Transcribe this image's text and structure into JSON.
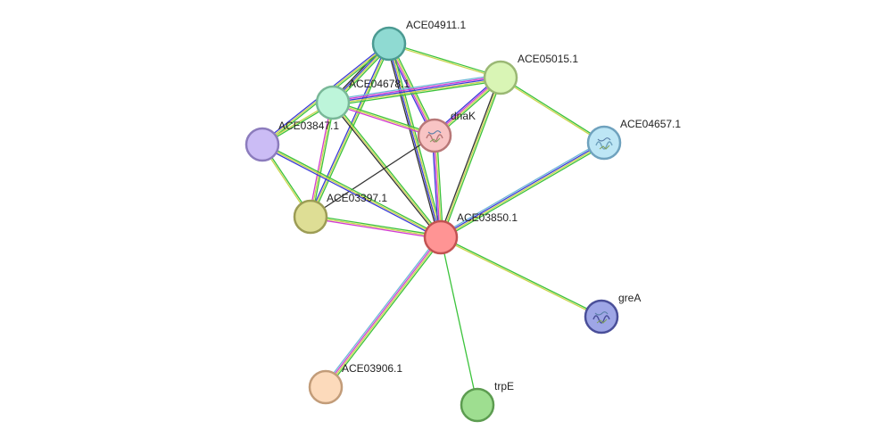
{
  "network": {
    "nodes": [
      {
        "id": "ACE04911.1",
        "label": "ACE04911.1",
        "color": "#8fdad2",
        "border": "#4b9a92",
        "icon": "none"
      },
      {
        "id": "ACE05015.1",
        "label": "ACE05015.1",
        "color": "#d9f5b5",
        "border": "#9ab874",
        "icon": "none"
      },
      {
        "id": "ACE04678.1",
        "label": "ACE04678.1",
        "color": "#bdf5da",
        "border": "#79b898",
        "icon": "none"
      },
      {
        "id": "dnaK",
        "label": "dnaK",
        "color": "#f8c4c4",
        "border": "#b87878",
        "icon": "protein-structure-icon"
      },
      {
        "id": "ACE03847.1",
        "label": "ACE03847.1",
        "color": "#cbbcf5",
        "border": "#8c7cbd",
        "icon": "none"
      },
      {
        "id": "ACE04657.1",
        "label": "ACE04657.1",
        "color": "#bde6f5",
        "border": "#6fa2be",
        "icon": "protein-structure-icon"
      },
      {
        "id": "ACE03397.1",
        "label": "ACE03397.1",
        "color": "#dede95",
        "border": "#9c9c55",
        "icon": "none"
      },
      {
        "id": "ACE03850.1",
        "label": "ACE03850.1",
        "color": "#ff9494",
        "border": "#c25252",
        "icon": "none"
      },
      {
        "id": "greA",
        "label": "greA",
        "color": "#9ea6e6",
        "border": "#4a4f99",
        "icon": "protein-structure-icon"
      },
      {
        "id": "ACE03906.1",
        "label": "ACE03906.1",
        "color": "#fcdabb",
        "border": "#c29c79",
        "icon": "none"
      },
      {
        "id": "trpE",
        "label": "trpE",
        "color": "#9ede90",
        "border": "#5c9c50",
        "icon": "none"
      }
    ],
    "edge_colors": {
      "green": "#3cc33c",
      "yellow": "#cbd44e",
      "blue": "#3b3bd8",
      "magenta": "#d23cd2",
      "black": "#333333",
      "lightblue": "#6fb7d8",
      "darkgreen": "#3a7a3a"
    },
    "edges": [
      {
        "source": "ACE04911.1",
        "target": "ACE05015.1",
        "types": [
          "green",
          "yellow"
        ]
      },
      {
        "source": "ACE04911.1",
        "target": "ACE04678.1",
        "types": [
          "green",
          "yellow",
          "blue",
          "black"
        ]
      },
      {
        "source": "ACE04911.1",
        "target": "dnaK",
        "types": [
          "green",
          "yellow",
          "magenta",
          "blue"
        ]
      },
      {
        "source": "ACE04911.1",
        "target": "ACE03847.1",
        "types": [
          "green",
          "yellow",
          "blue"
        ]
      },
      {
        "source": "ACE04911.1",
        "target": "ACE03397.1",
        "types": [
          "green",
          "yellow",
          "blue"
        ]
      },
      {
        "source": "ACE04911.1",
        "target": "ACE03850.1",
        "types": [
          "green",
          "yellow",
          "blue",
          "black"
        ]
      },
      {
        "source": "ACE05015.1",
        "target": "ACE04678.1",
        "types": [
          "green",
          "yellow",
          "blue",
          "magenta",
          "lightblue"
        ]
      },
      {
        "source": "ACE05015.1",
        "target": "dnaK",
        "types": [
          "green",
          "yellow",
          "magenta",
          "blue"
        ]
      },
      {
        "source": "ACE05015.1",
        "target": "ACE04657.1",
        "types": [
          "green",
          "yellow"
        ]
      },
      {
        "source": "ACE05015.1",
        "target": "ACE03850.1",
        "types": [
          "green",
          "yellow",
          "black"
        ]
      },
      {
        "source": "ACE04678.1",
        "target": "dnaK",
        "types": [
          "green",
          "yellow",
          "magenta"
        ]
      },
      {
        "source": "ACE04678.1",
        "target": "ACE03847.1",
        "types": [
          "green",
          "yellow"
        ]
      },
      {
        "source": "ACE04678.1",
        "target": "ACE03397.1",
        "types": [
          "green",
          "yellow",
          "magenta"
        ]
      },
      {
        "source": "ACE04678.1",
        "target": "ACE03850.1",
        "types": [
          "green",
          "yellow",
          "black"
        ]
      },
      {
        "source": "dnaK",
        "target": "ACE03397.1",
        "types": [
          "black"
        ]
      },
      {
        "source": "dnaK",
        "target": "ACE03850.1",
        "types": [
          "green",
          "yellow",
          "magenta",
          "blue"
        ]
      },
      {
        "source": "ACE03847.1",
        "target": "ACE03397.1",
        "types": [
          "green",
          "yellow"
        ]
      },
      {
        "source": "ACE03847.1",
        "target": "ACE03850.1",
        "types": [
          "green",
          "yellow",
          "blue"
        ]
      },
      {
        "source": "ACE04657.1",
        "target": "ACE03850.1",
        "types": [
          "green",
          "yellow",
          "blue",
          "lightblue"
        ]
      },
      {
        "source": "ACE03397.1",
        "target": "ACE03850.1",
        "types": [
          "green",
          "yellow",
          "magenta"
        ]
      },
      {
        "source": "ACE03850.1",
        "target": "greA",
        "types": [
          "green",
          "yellow"
        ]
      },
      {
        "source": "ACE03850.1",
        "target": "ACE03906.1",
        "types": [
          "green",
          "yellow",
          "magenta",
          "lightblue"
        ]
      },
      {
        "source": "ACE03850.1",
        "target": "trpE",
        "types": [
          "green"
        ]
      }
    ]
  }
}
